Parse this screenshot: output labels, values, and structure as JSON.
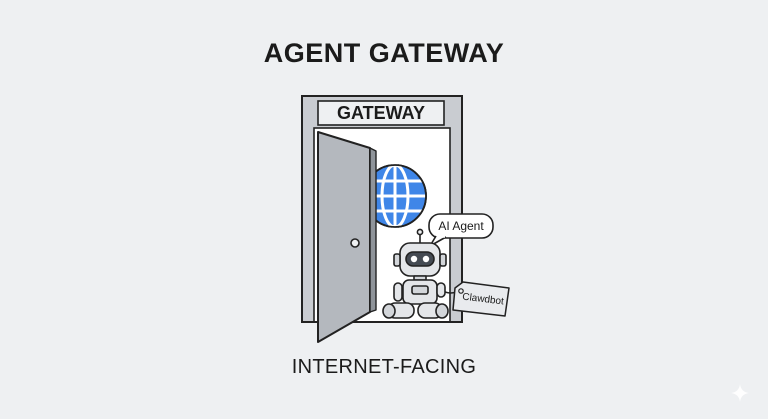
{
  "header": {
    "title": "AGENT GATEWAY"
  },
  "gateway": {
    "sign_text": "GATEWAY"
  },
  "agent": {
    "speech_bubble": "AI Agent",
    "tag_label": "Clawdbot"
  },
  "footer": {
    "caption": "INTERNET-FACING"
  },
  "icons": {
    "globe": "globe-icon",
    "robot": "robot-icon",
    "door": "door-icon",
    "sparkle": "sparkle-icon"
  },
  "colors": {
    "background": "#eef0f2",
    "frame_gray": "#c9ccd1",
    "door_gray": "#b4b8be",
    "globe_blue": "#3f86e8",
    "outline": "#222222"
  }
}
